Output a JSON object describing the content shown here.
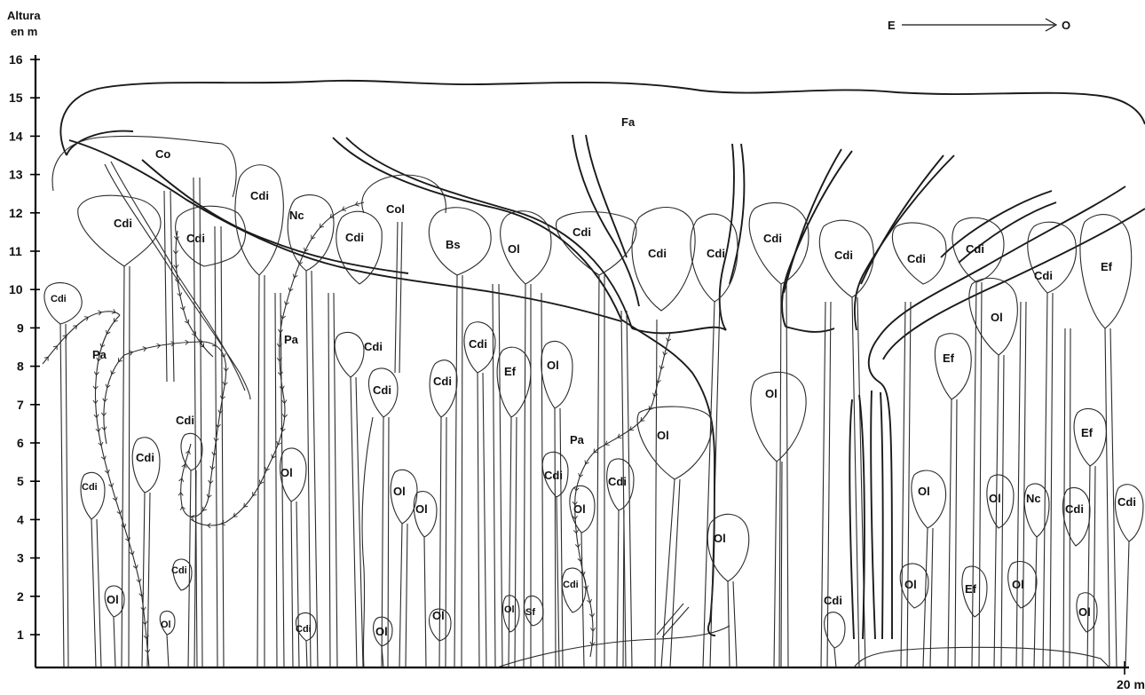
{
  "axis": {
    "title_line1": "Altura",
    "title_line2": "en m",
    "ticks": [
      "16",
      "15",
      "14",
      "13",
      "12",
      "11",
      "10",
      "9",
      "8",
      "7",
      "6",
      "5",
      "4",
      "3",
      "2",
      "1"
    ],
    "scale_label": "20 m"
  },
  "compass": {
    "from": "E",
    "to": "O"
  },
  "labels": {
    "fa": "Fa",
    "co": "Co",
    "col": "Col",
    "bs": "Bs",
    "sf": "Sf",
    "nc": "Nc",
    "pa": "Pa",
    "cdi": "Cdi",
    "ol": "Ol",
    "ef": "Ef"
  }
}
